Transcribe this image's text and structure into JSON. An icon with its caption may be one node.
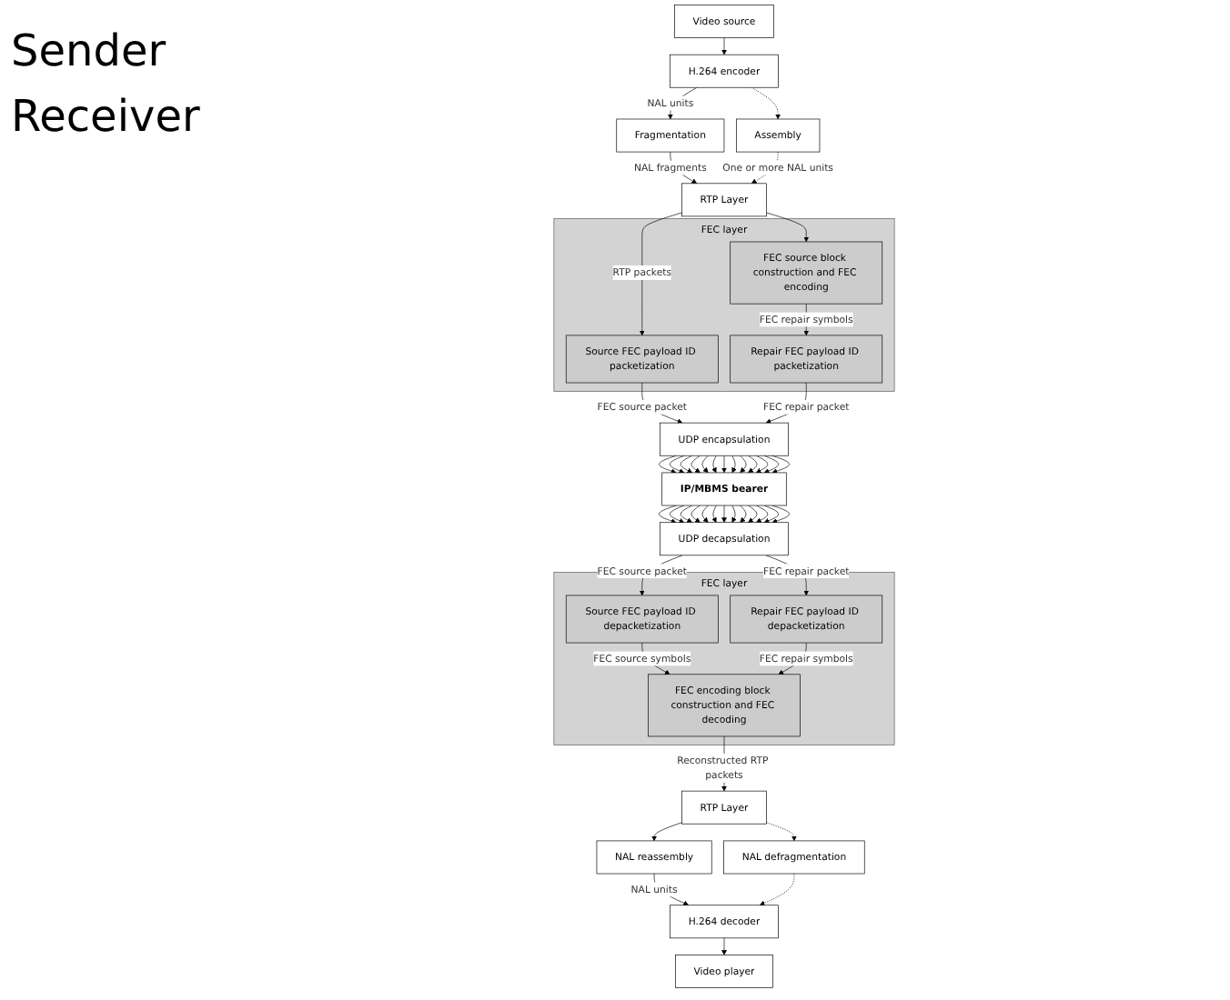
{
  "diagram": {
    "nodes": [
      {
        "text": [
          "Video source"
        ]
      },
      {
        "text": [
          "H.264 encoder"
        ]
      },
      {
        "text": [
          "Fragmentation"
        ]
      },
      {
        "text": [
          "Assembly"
        ]
      },
      {
        "text": [
          "RTP Layer"
        ]
      },
      {
        "text": [
          "FEC layer"
        ]
      },
      {
        "text": [
          "FEC source block construction and FEC encoding"
        ],
        "in": 5
      },
      {
        "text": [
          "Source FEC payload ID packetization"
        ],
        "in": 5
      },
      {
        "text": [
          "Repair FEC payload ID packetization"
        ],
        "in": 5
      },
      {
        "text": [
          "UDP encapsulation"
        ]
      },
      {
        "text": [
          "IP/MBMS bearer"
        ]
      },
      {
        "text": [
          "Video player"
        ]
      },
      {
        "text": [
          "H.264 decoder"
        ]
      },
      {
        "text": [
          "NAL defragmentation"
        ]
      },
      {
        "text": [
          "NAL reassembly"
        ]
      },
      {
        "text": [
          "RTP Layer"
        ]
      },
      {
        "text": [
          "FEC layer"
        ]
      },
      {
        "text": [
          "FEC encoding block construction and FEC decoding"
        ],
        "in": 16
      },
      {
        "text": [
          "Source FEC payload ID depacketization"
        ],
        "in": 16
      },
      {
        "text": [
          "Repair FEC payload ID depacketization"
        ],
        "in": 16
      },
      {
        "text": [
          "UDP decapsulation"
        ]
      }
    ],
    "edges": [
      {
        "from": 0,
        "to": 1,
        "arrow": "to"
      },
      {
        "from": 1,
        "to": 2,
        "arrow": "to",
        "label": "NAL units"
      },
      {
        "from": 1,
        "to": 3,
        "arrow": "to",
        "style": "dashed"
      },
      {
        "from": 2,
        "to": 4,
        "arrow": "to",
        "label": "NAL fragments"
      },
      {
        "from": 3,
        "to": 4,
        "arrow": "to",
        "style": "dashed",
        "label": "One or more NAL units"
      },
      {
        "from": 4,
        "to": 7,
        "arrow": "to",
        "label": "RTP packets"
      },
      {
        "from": 4,
        "to": 6,
        "arrow": "to"
      },
      {
        "from": 6,
        "to": 8,
        "arrow": "to",
        "label": "FEC repair symbols"
      },
      {
        "from": 7,
        "to": 9,
        "arrow": "to",
        "label": "FEC source packet"
      },
      {
        "from": 8,
        "to": 9,
        "arrow": "to",
        "label": "FEC repair packet"
      },
      {
        "from": 9,
        "to": 10,
        "arrow": "to"
      },
      {
        "from": 9,
        "to": 10,
        "arrow": "to"
      },
      {
        "from": 9,
        "to": 10,
        "arrow": "to"
      },
      {
        "from": 9,
        "to": 10,
        "arrow": "to"
      },
      {
        "from": 9,
        "to": 10,
        "arrow": "to"
      },
      {
        "from": 9,
        "to": 10,
        "arrow": "to"
      },
      {
        "from": 9,
        "to": 10,
        "arrow": "to"
      },
      {
        "from": 9,
        "to": 10,
        "arrow": "to"
      },
      {
        "from": 9,
        "to": 10,
        "arrow": "to"
      },
      {
        "from": 9,
        "to": 10,
        "arrow": "to"
      },
      {
        "from": 9,
        "to": 10,
        "arrow": "to"
      },
      {
        "from": 9,
        "to": 10,
        "arrow": "to"
      },
      {
        "from": 9,
        "to": 10,
        "arrow": "to"
      },
      {
        "from": 10,
        "to": 20,
        "arrow": "to"
      },
      {
        "from": 10,
        "to": 20,
        "arrow": "to"
      },
      {
        "from": 10,
        "to": 20,
        "arrow": "to"
      },
      {
        "from": 10,
        "to": 20,
        "arrow": "to"
      },
      {
        "from": 10,
        "to": 20,
        "arrow": "to"
      },
      {
        "from": 10,
        "to": 20,
        "arrow": "to"
      },
      {
        "from": 10,
        "to": 20,
        "arrow": "to"
      },
      {
        "from": 10,
        "to": 20,
        "arrow": "to"
      },
      {
        "from": 10,
        "to": 20,
        "arrow": "to"
      },
      {
        "from": 10,
        "to": 20,
        "arrow": "to"
      },
      {
        "from": 10,
        "to": 20,
        "arrow": "to"
      },
      {
        "from": 10,
        "to": 20,
        "arrow": "to"
      },
      {
        "from": 10,
        "to": 20,
        "arrow": "to"
      },
      {
        "from": 20,
        "to": 18,
        "arrow": "to",
        "label": "FEC source packet"
      },
      {
        "from": 20,
        "to": 19,
        "arrow": "to",
        "label": "FEC repair packet"
      },
      {
        "from": 18,
        "to": 17,
        "arrow": "to",
        "label": "FEC source symbols"
      },
      {
        "from": 19,
        "to": 17,
        "arrow": "to",
        "label": "FEC repair symbols"
      },
      {
        "from": 17,
        "to": 15,
        "arrow": "to",
        "label": "Reconstructed RTP packets"
      },
      {
        "from": 15,
        "to": 14,
        "arrow": "to"
      },
      {
        "from": 15,
        "to": 13,
        "arrow": "to",
        "style": "dashed"
      },
      {
        "from": 14,
        "to": 12,
        "arrow": "to",
        "label": "NAL units"
      },
      {
        "from": 13,
        "to": 12,
        "arrow": "to",
        "style": "dashed"
      },
      {
        "from": 12,
        "to": 11,
        "arrow": "to"
      }
    ],
    "labels": [
      "Sender",
      "Receiver"
    ]
  }
}
